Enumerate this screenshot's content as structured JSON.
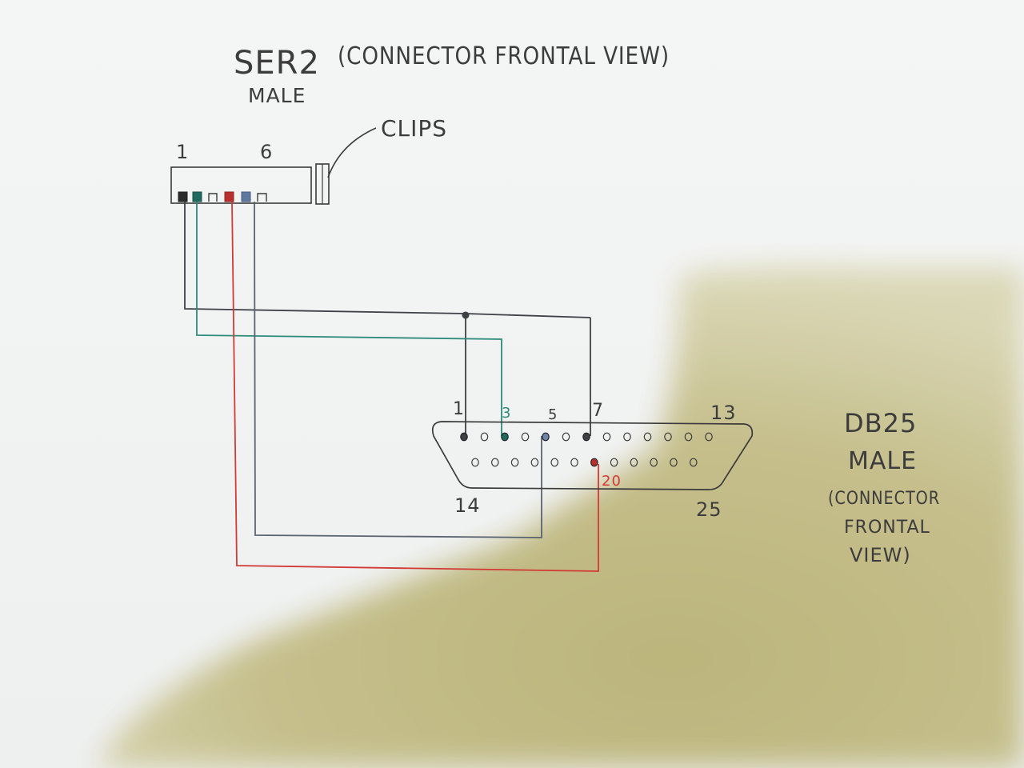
{
  "ser2": {
    "title": "SER2",
    "subtitle": "(CONNECTOR FRONTAL VIEW)",
    "gender": "MALE",
    "clips_label": "CLIPS",
    "pin_first": "1",
    "pin_last": "6"
  },
  "db25": {
    "title": "DB25",
    "gender": "MALE",
    "view_line1": "(CONNECTOR",
    "view_line2": "FRONTAL",
    "view_line3": "VIEW)",
    "pin_labels": {
      "p1": "1",
      "p3": "3",
      "p5": "5",
      "p7": "7",
      "p13": "13",
      "p14": "14",
      "p20": "20",
      "p25": "25"
    }
  },
  "colors": {
    "paper": "#f2f3f3",
    "shadow": "#bdb57a",
    "ink": "#3a3a3a",
    "wire_black": "#3d4146",
    "wire_green": "#2e8a7a",
    "wire_red": "#d23a36",
    "wire_blue": "#6f85a8"
  },
  "connections": [
    {
      "from": "SER2-1",
      "to": "DB25-1,DB25-7",
      "color": "black"
    },
    {
      "from": "SER2-2",
      "to": "DB25-3",
      "color": "green"
    },
    {
      "from": "SER2-4",
      "to": "DB25-20",
      "color": "red"
    },
    {
      "from": "SER2-5",
      "to": "DB25-5",
      "color": "blue"
    }
  ]
}
